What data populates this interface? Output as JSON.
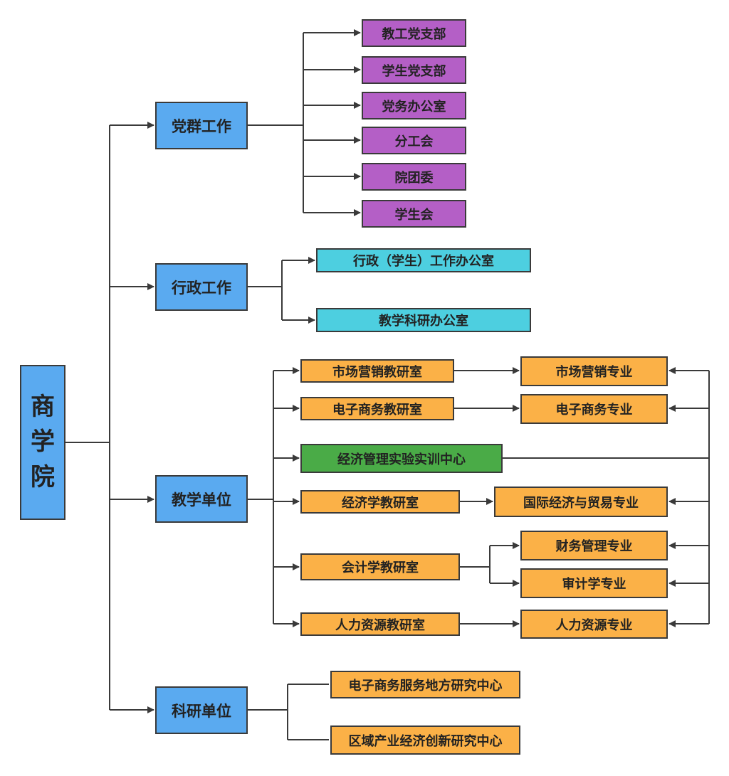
{
  "root": {
    "label": [
      "商",
      "学",
      "院"
    ]
  },
  "level1": {
    "party": "党群工作",
    "admin": "行政工作",
    "teaching": "教学单位",
    "research": "科研单位"
  },
  "party_units": [
    "教工党支部",
    "学生党支部",
    "党务办公室",
    "分工会",
    "院团委",
    "学生会"
  ],
  "admin_units": [
    "行政（学生）工作办公室",
    "教学科研办公室"
  ],
  "teaching_units": {
    "marketing_office": "市场营销教研室",
    "ecommerce_office": "电子商务教研室",
    "lab_center": "经济管理实验实训中心",
    "economics_office": "经济学教研室",
    "accounting_office": "会计学教研室",
    "hr_office": "人力资源教研室"
  },
  "majors": {
    "marketing": "市场营销专业",
    "ecommerce": "电子商务专业",
    "intl_trade": "国际经济与贸易专业",
    "finance": "财务管理专业",
    "audit": "审计学专业",
    "hr": "人力资源专业"
  },
  "research_units": [
    "电子商务服务地方研究中心",
    "区域产业经济创新研究中心"
  ],
  "colors": {
    "blue": "#5aaaf0",
    "purple": "#b45fc6",
    "cyan": "#4dcfe0",
    "orange": "#fbb147",
    "green": "#4aab47",
    "line": "#3a3a3a"
  }
}
